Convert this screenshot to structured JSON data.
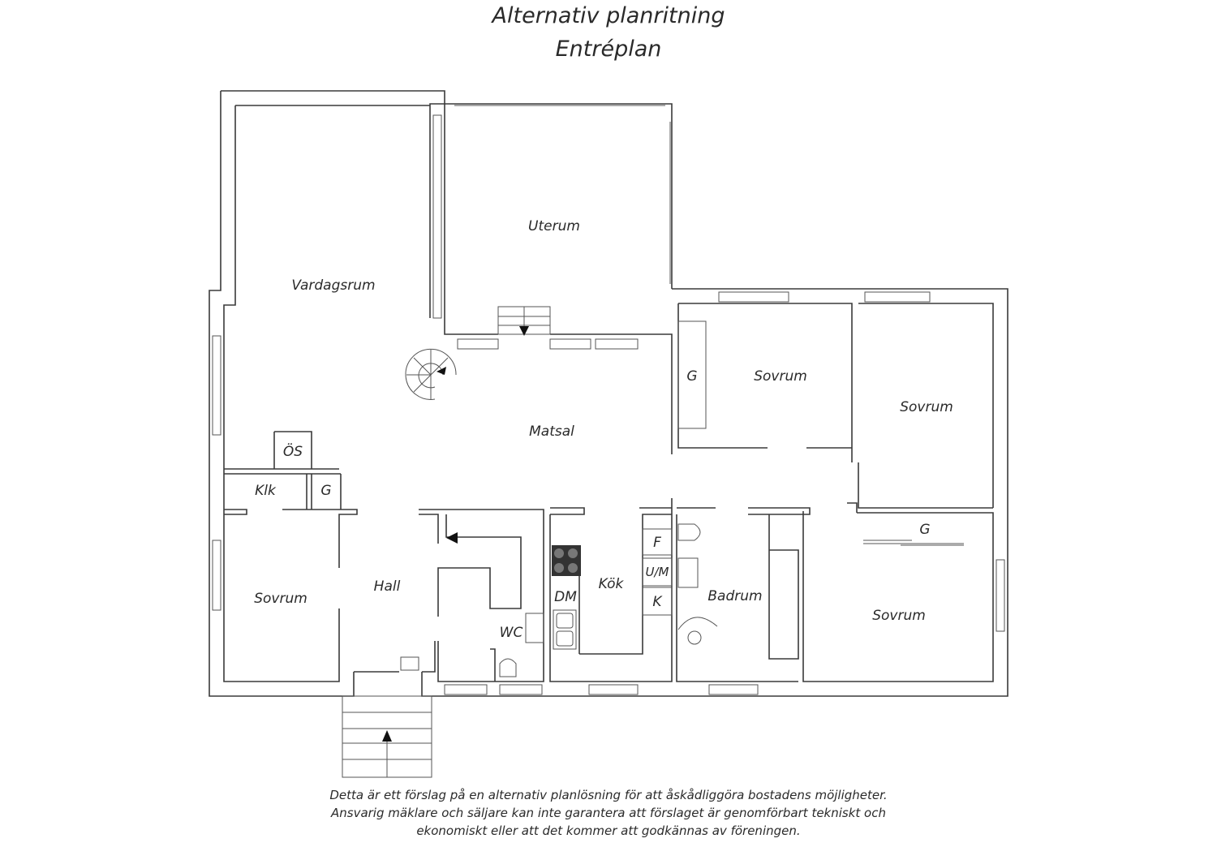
{
  "title": "Alternativ planritning",
  "subtitle": "Entréplan",
  "rooms": {
    "vardagsrum": "Vardagsrum",
    "uterum": "Uterum",
    "matsal": "Matsal",
    "sovrum_top_left": "Sovrum",
    "sovrum_top_right": "Sovrum",
    "sovrum_left": "Sovrum",
    "sovrum_right": "Sovrum",
    "hall": "Hall",
    "kok": "Kök",
    "badrum": "Badrum",
    "wc": "WC",
    "dm": "DM",
    "klk": "Klk",
    "os": "ÖS",
    "g_hall": "G",
    "g_sovrum": "G",
    "g_sovrum_right": "G",
    "f": "F",
    "um": "U/M",
    "k": "K"
  },
  "disclaimer": [
    "Detta är ett förslag på en alternativ planlösning för att åskådliggöra bostadens möjligheter.",
    "Ansvarig mäklare och säljare kan inte garantera att förslaget är genomförbart tekniskt och",
    "ekonomiskt eller att det kommer att godkännas av föreningen."
  ]
}
